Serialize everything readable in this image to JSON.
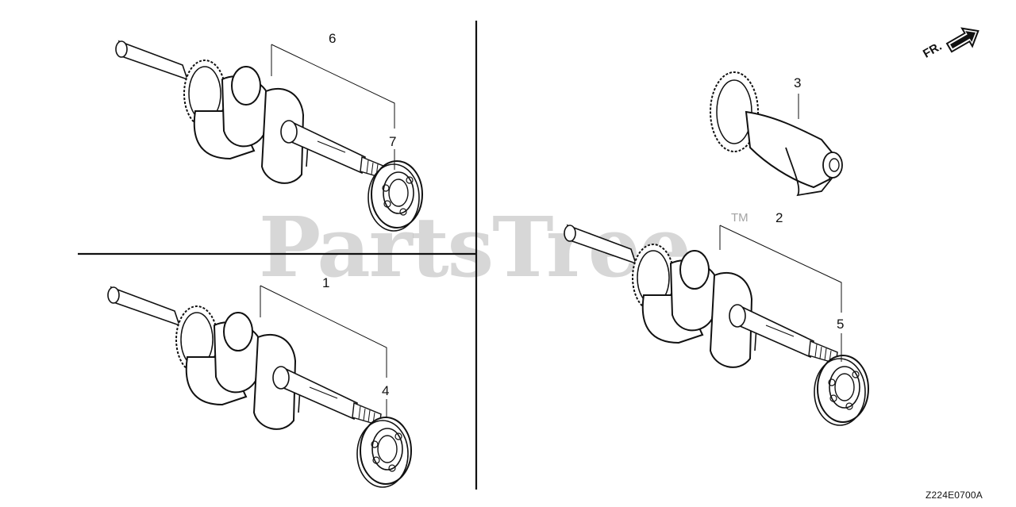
{
  "diagram": {
    "callouts": [
      {
        "id": "6",
        "label": "6"
      },
      {
        "id": "7",
        "label": "7"
      },
      {
        "id": "3",
        "label": "3"
      },
      {
        "id": "2",
        "label": "2"
      },
      {
        "id": "5",
        "label": "5"
      },
      {
        "id": "1",
        "label": "1"
      },
      {
        "id": "4",
        "label": "4"
      }
    ],
    "drawing_code": "Z224E0700A",
    "direction_label": "FR.",
    "watermark": "PartsTree",
    "watermark_mark": "TM",
    "colors": {
      "line": "#111111",
      "watermark": "#a0a0a0",
      "background": "#ffffff"
    }
  }
}
